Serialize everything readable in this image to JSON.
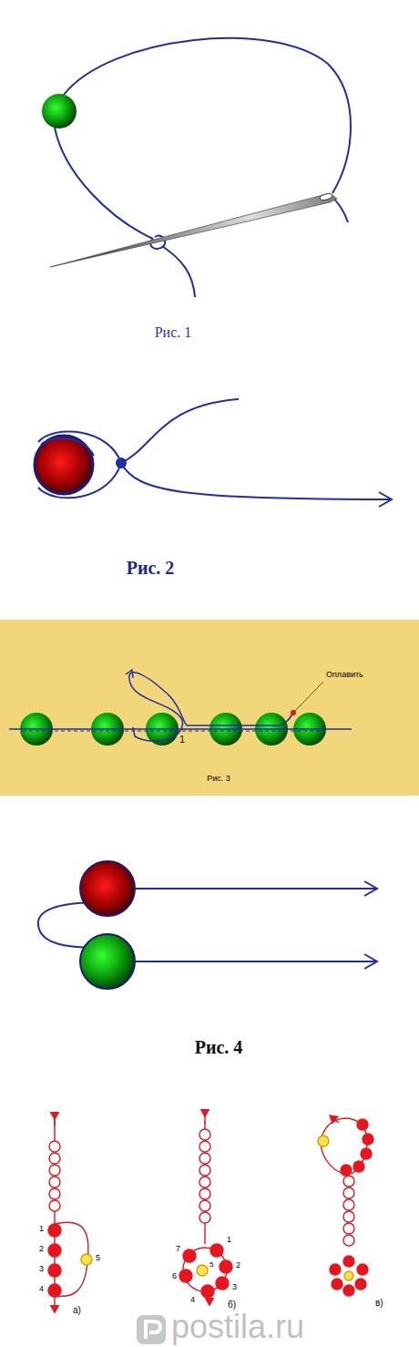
{
  "diagram": {
    "labels": [
      "Рис. 1",
      "Рис. 2",
      "1",
      "Оплавить",
      "Рис. 3",
      "Рис. 4",
      "1",
      "2",
      "3",
      "4",
      "5",
      "а)",
      "1",
      "2",
      "3",
      "4",
      "5",
      "6",
      "7",
      "б)",
      "в)",
      "postila.ru"
    ]
  }
}
